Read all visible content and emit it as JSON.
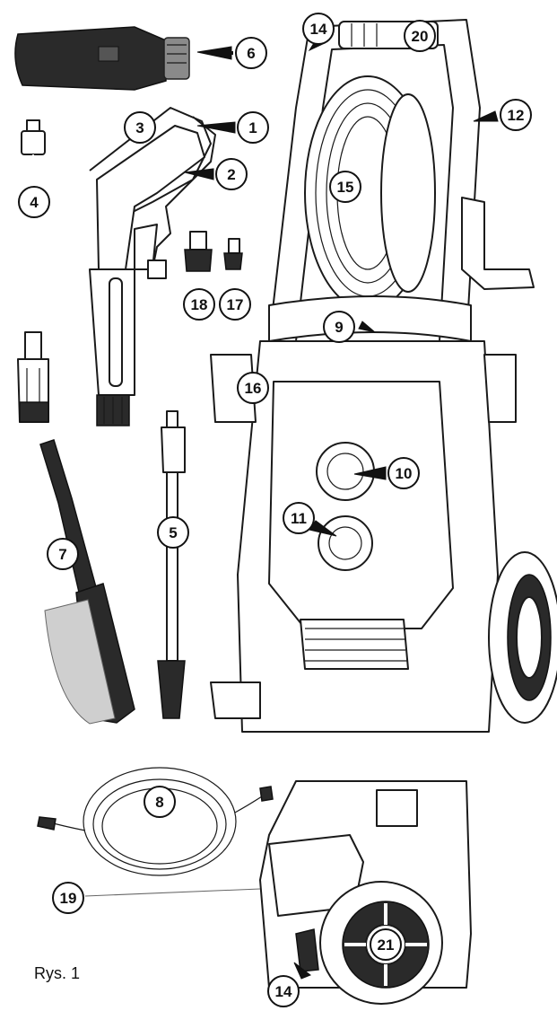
{
  "caption": "Rys. 1",
  "callouts": {
    "c1": "1",
    "c2": "2",
    "c3": "3",
    "c4": "4",
    "c5": "5",
    "c6": "6",
    "c7": "7",
    "c8": "8",
    "c9": "9",
    "c10": "10",
    "c11": "11",
    "c12": "12",
    "c14_top": "14",
    "c14_bottom": "14",
    "c15": "15",
    "c16": "16",
    "c17": "17",
    "c18": "18",
    "c19": "19",
    "c20": "20",
    "c21": "21"
  }
}
